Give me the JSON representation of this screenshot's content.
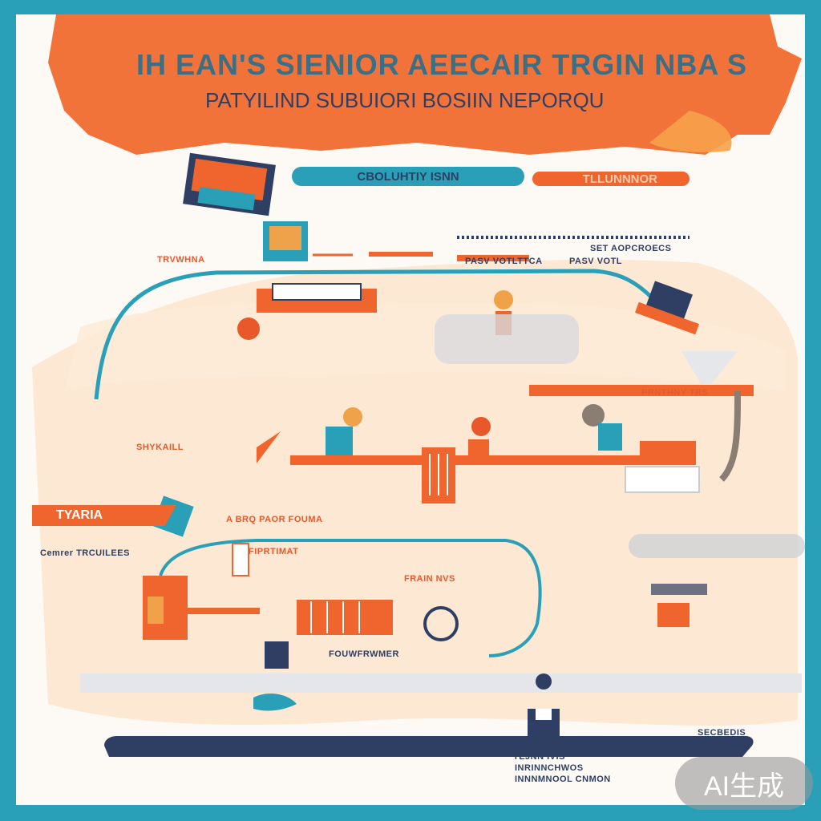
{
  "title": "IH EAN'S SIENIOR AEECAIR TRGIN NBA S",
  "subtitle": "PATYILIND SUBUIORI BOSIIN NEPORQU",
  "pill_teal": "CBOLUHTIY ISNN",
  "pill_orange": "TLLUNNNOR",
  "labels": {
    "left_top": "TRVWHNA",
    "left_mid": "SHYKAILL",
    "center_top": "PASV VOTLTTCA",
    "right_top": "PASV VOTL",
    "right_sub": "SET AOPCROECS",
    "right_mid": "PRNTHNY TRS",
    "left_side": "Cemrer TRCUILEES",
    "lower_mid": "A BRQ PAOR FOUMA",
    "lower_box": "FIPRTIMAT",
    "lower_center": "FRAIN NVS",
    "lower_bottom": "FOUWFRWMER",
    "bottom_right": "SECBEDIS",
    "bottom_center": "TEJNN IVIS",
    "bottom_sub1": "INRINNCHWOS",
    "bottom_sub2": "INNNMNOOL CNMON"
  },
  "tag_label": "TYARIA",
  "watermark": "AI生成",
  "colors": {
    "orange": "#f0652d",
    "teal": "#2aa0b8",
    "navy": "#2f3e63",
    "peach": "#fbe4cc"
  }
}
